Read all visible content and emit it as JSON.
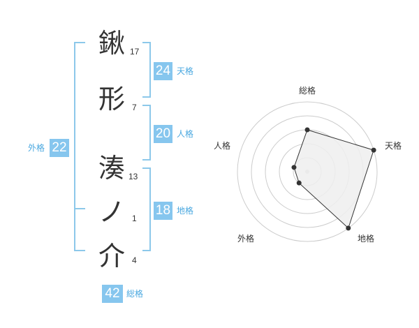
{
  "name_chars": [
    {
      "char": "鍬",
      "strokes": "17"
    },
    {
      "char": "形",
      "strokes": "7"
    },
    {
      "char": "湊",
      "strokes": "13"
    },
    {
      "char": "ノ",
      "strokes": "1"
    },
    {
      "char": "介",
      "strokes": "4"
    }
  ],
  "kakusu": {
    "tenkaku": {
      "value": "24",
      "label": "天格"
    },
    "jinkaku": {
      "value": "20",
      "label": "人格"
    },
    "chikaku": {
      "value": "18",
      "label": "地格"
    },
    "gaikaku": {
      "value": "22",
      "label": "外格"
    },
    "soukaku": {
      "value": "42",
      "label": "総格"
    }
  },
  "colors": {
    "accent": "#86c6ee",
    "bracket": "#8cc8ea",
    "label": "#4aa8e0",
    "text": "#333333"
  },
  "chart_data": {
    "type": "radar",
    "axes": [
      "総格",
      "天格",
      "地格",
      "外格",
      "人格"
    ],
    "values": [
      3,
      5,
      5,
      1,
      1
    ],
    "max": 5,
    "rings": 5,
    "fill": "#eeeeee",
    "stroke": "#333333"
  }
}
